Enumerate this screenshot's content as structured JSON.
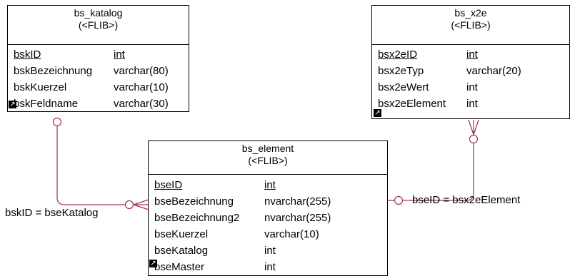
{
  "entities": {
    "bs_katalog": {
      "name": "bs_katalog",
      "stereotype": "(<FLIB>)",
      "columns": [
        {
          "name": "bskID",
          "type": "int",
          "pk": true
        },
        {
          "name": "bskBezeichnung",
          "type": "varchar(80)",
          "pk": false
        },
        {
          "name": "bskKuerzel",
          "type": "varchar(10)",
          "pk": false
        },
        {
          "name": "bskFeldname",
          "type": "varchar(30)",
          "pk": false
        }
      ]
    },
    "bs_x2e": {
      "name": "bs_x2e",
      "stereotype": "(<FLIB>)",
      "columns": [
        {
          "name": "bsx2eID",
          "type": "int",
          "pk": true
        },
        {
          "name": "bsx2eTyp",
          "type": "varchar(20)",
          "pk": false
        },
        {
          "name": "bsx2eWert",
          "type": "int",
          "pk": false
        },
        {
          "name": "bsx2eElement",
          "type": "int",
          "pk": false
        }
      ]
    },
    "bs_element": {
      "name": "bs_element",
      "stereotype": "(<FLIB>)",
      "columns": [
        {
          "name": "bseID",
          "type": "int",
          "pk": true
        },
        {
          "name": "bseBezeichnung",
          "type": "nvarchar(255)",
          "pk": false
        },
        {
          "name": "bseBezeichnung2",
          "type": "nvarchar(255)",
          "pk": false
        },
        {
          "name": "bseKuerzel",
          "type": "varchar(10)",
          "pk": false
        },
        {
          "name": "bseKatalog",
          "type": "int",
          "pk": false
        },
        {
          "name": "bseMaster",
          "type": "int",
          "pk": false
        }
      ]
    }
  },
  "relationships": [
    {
      "label": "bskID = bseKatalog",
      "from": "bs_katalog",
      "to": "bs_element"
    },
    {
      "label": "bseID = bsx2eElement",
      "from": "bs_element",
      "to": "bs_x2e"
    }
  ],
  "colors": {
    "relationship_line": "#a0305a",
    "border": "#000000"
  }
}
